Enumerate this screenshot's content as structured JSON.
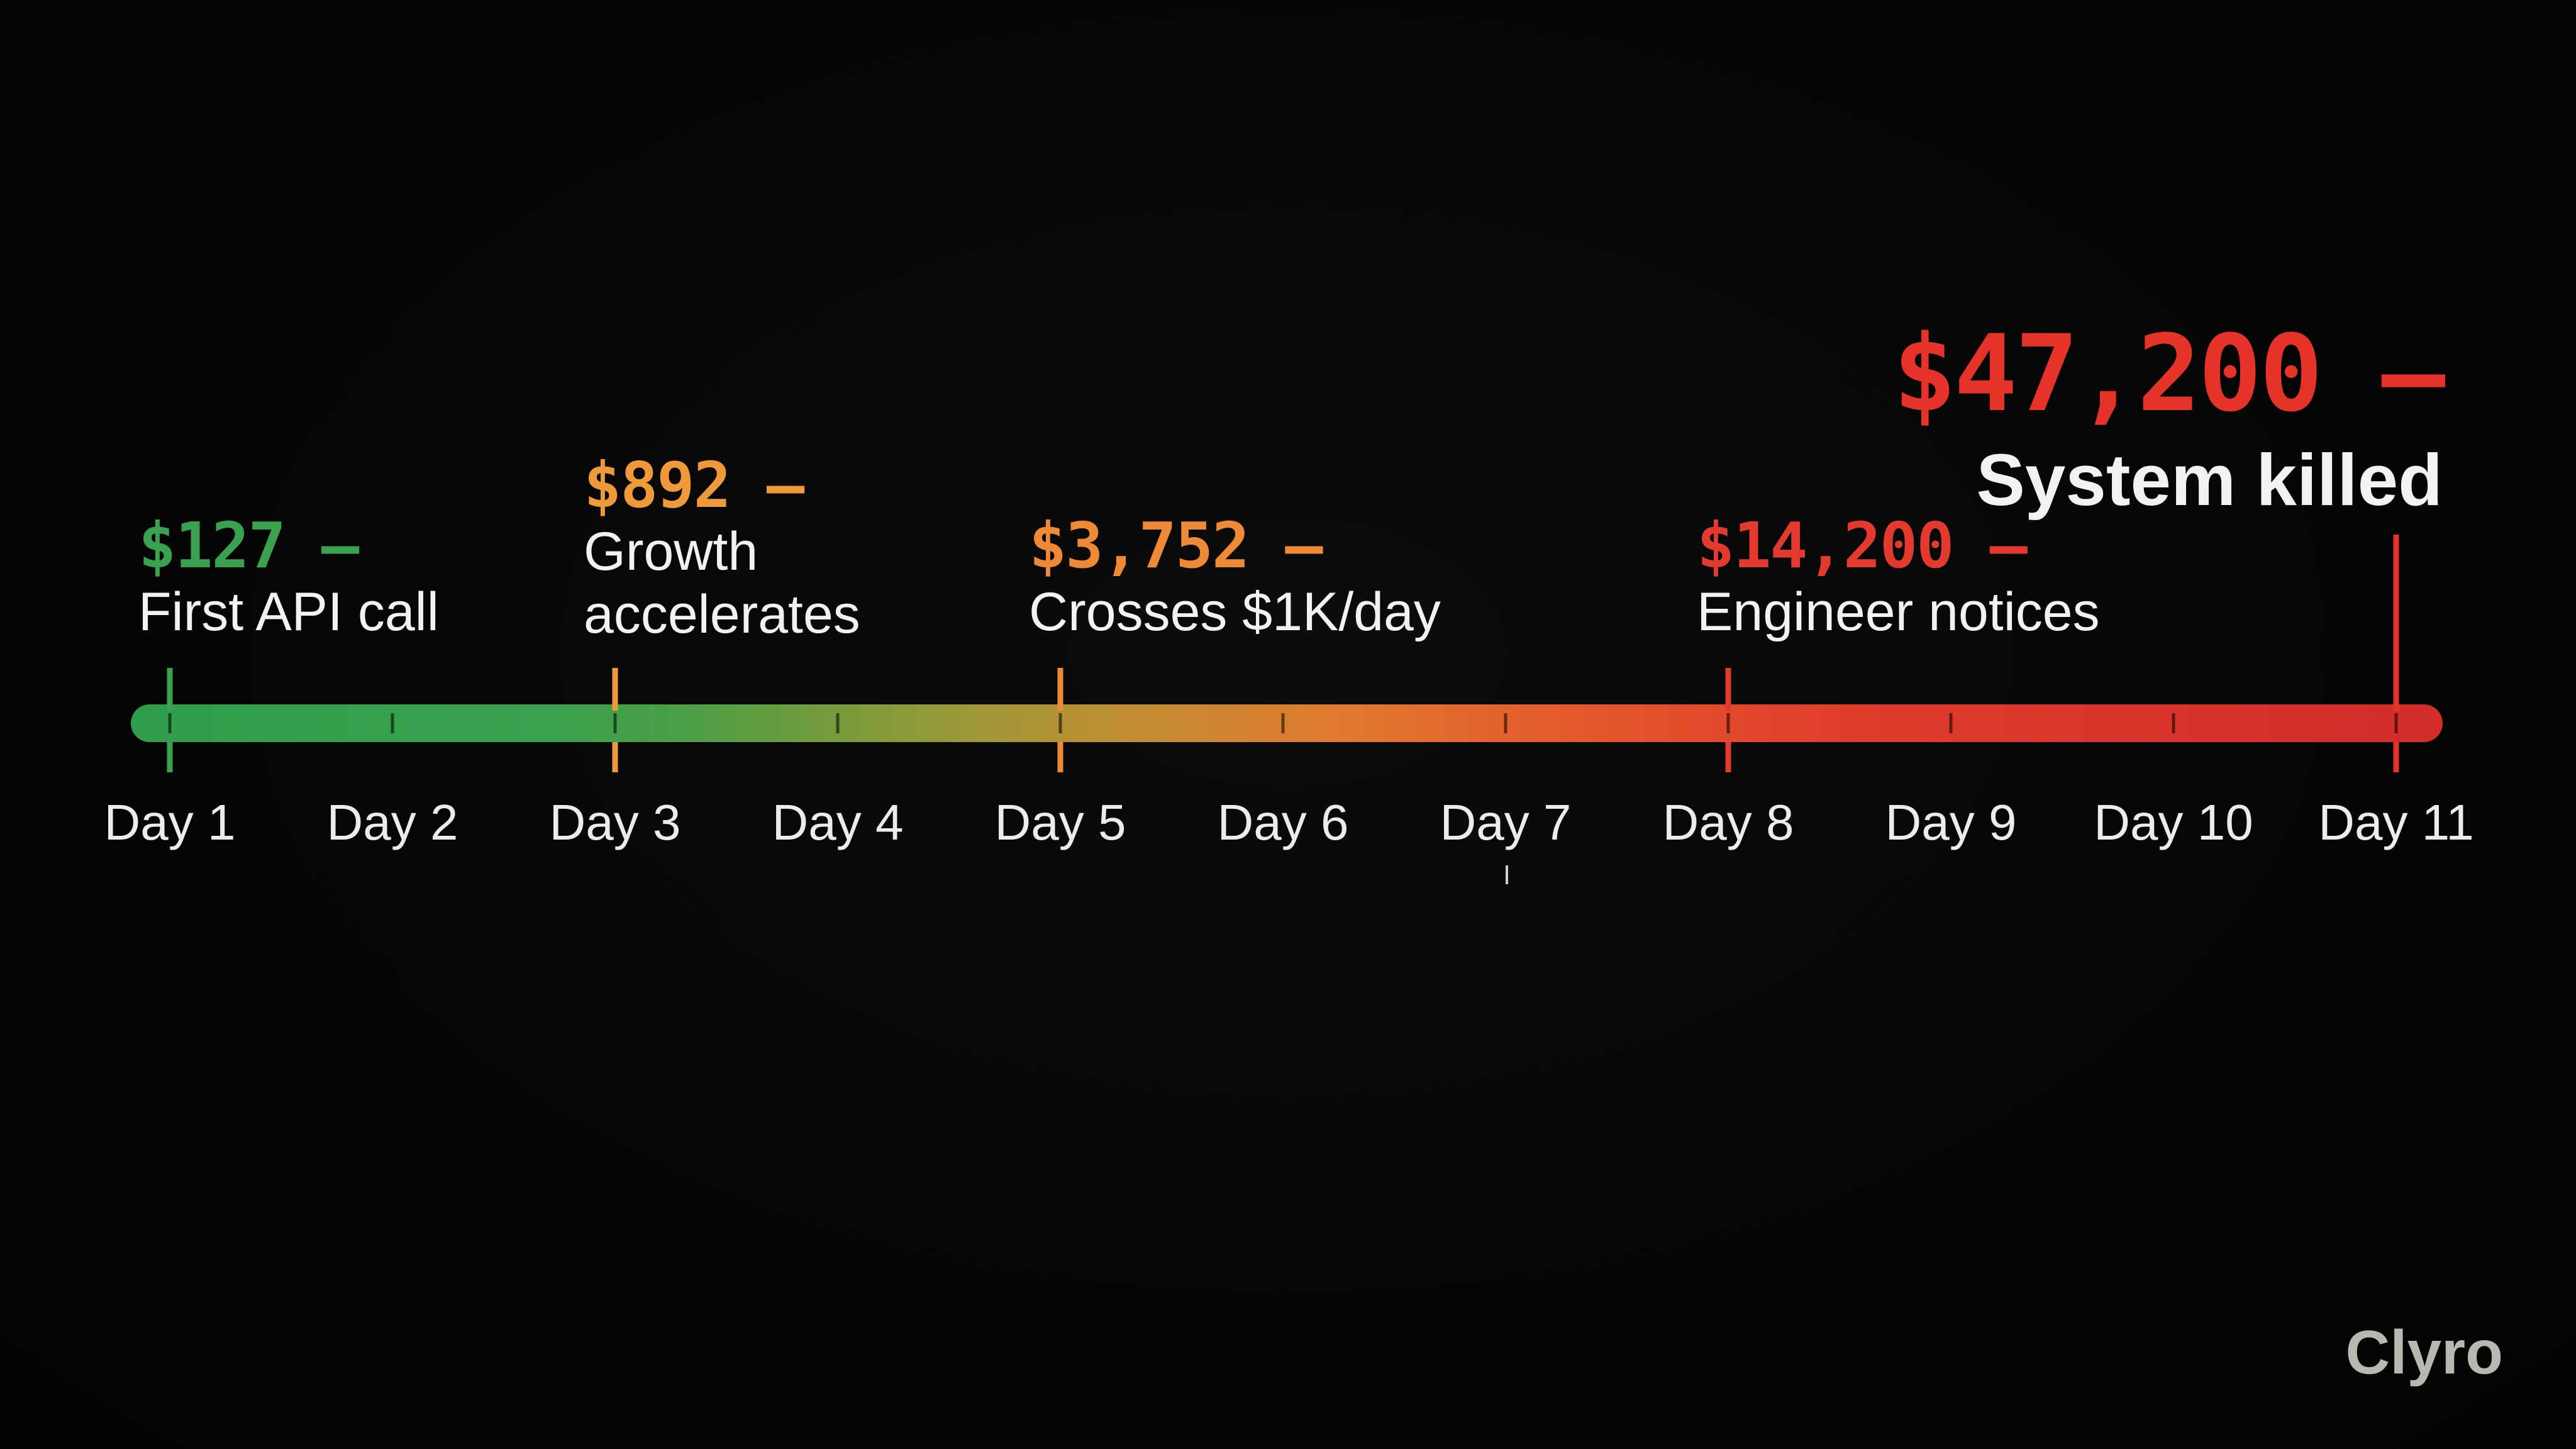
{
  "colors": {
    "green": "#3aa14f",
    "orange": "#ef9a3a",
    "red": "#e5332a",
    "text": "#ececec",
    "brand": "#b8b8b0"
  },
  "timeline": {
    "days": [
      "Day 1",
      "Day 2",
      "Day 3",
      "Day 4",
      "Day 5",
      "Day 6",
      "Day 7",
      "Day 8",
      "Day 9",
      "Day 10",
      "Day 11"
    ]
  },
  "milestones": [
    {
      "day": 1,
      "amount": "$127 —",
      "description": "First API call",
      "color": "#3aa14f"
    },
    {
      "day": 3,
      "amount": "$892 —",
      "description": "Growth\naccelerates",
      "color": "#ef9a3a"
    },
    {
      "day": 5,
      "amount": "$3,752 —",
      "description": "Crosses $1K/day",
      "color": "#ee8a35"
    },
    {
      "day": 8,
      "amount": "$14,200 —",
      "description": "Engineer notices",
      "color": "#e23a2e"
    },
    {
      "day": 11,
      "amount": "$47,200 —",
      "description": "System killed",
      "color": "#e5332a"
    }
  ],
  "brand": "Clyro"
}
